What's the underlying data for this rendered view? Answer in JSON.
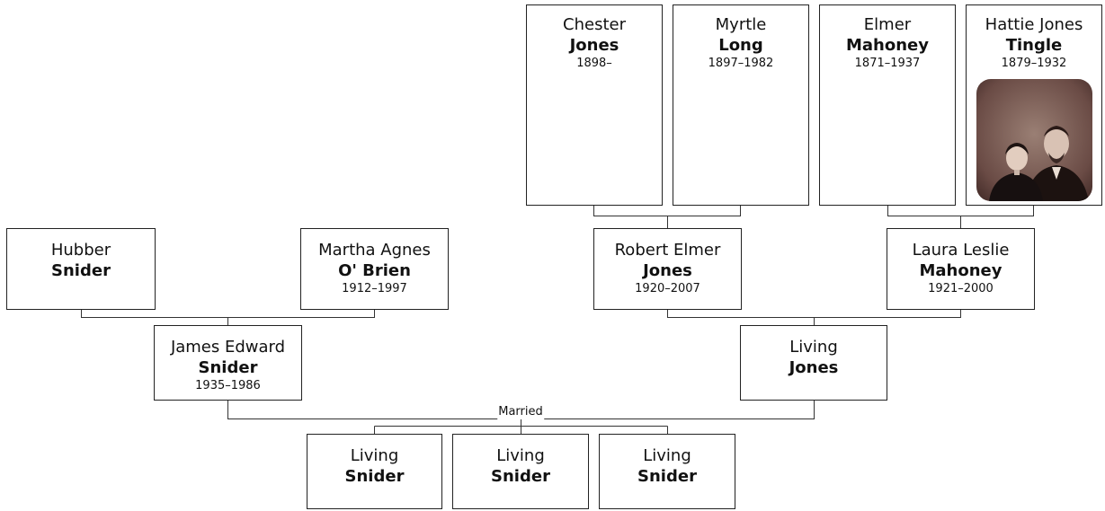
{
  "tree": {
    "married_label": "Married",
    "people": {
      "chester": {
        "given": "Chester",
        "surname": "Jones",
        "dates": "1898–"
      },
      "myrtle": {
        "given": "Myrtle",
        "surname": "Long",
        "dates": "1897–1982"
      },
      "elmer": {
        "given": "Elmer",
        "surname": "Mahoney",
        "dates": "1871–1937"
      },
      "hattie": {
        "given": "Hattie Jones",
        "surname": "Tingle",
        "dates": "1879–1932"
      },
      "hubber": {
        "given": "Hubber",
        "surname": "Snider",
        "dates": ""
      },
      "martha": {
        "given": "Martha Agnes",
        "surname": "O' Brien",
        "dates": "1912–1997"
      },
      "robert": {
        "given": "Robert Elmer",
        "surname": "Jones",
        "dates": "1920–2007"
      },
      "laura": {
        "given": "Laura Leslie",
        "surname": "Mahoney",
        "dates": "1921–2000"
      },
      "james": {
        "given": "James Edward",
        "surname": "Snider",
        "dates": "1935–1986"
      },
      "living_jones": {
        "given": "Living",
        "surname": "Jones",
        "dates": ""
      },
      "child1": {
        "given": "Living",
        "surname": "Snider",
        "dates": ""
      },
      "child2": {
        "given": "Living",
        "surname": "Snider",
        "dates": ""
      },
      "child3": {
        "given": "Living",
        "surname": "Snider",
        "dates": ""
      }
    }
  }
}
